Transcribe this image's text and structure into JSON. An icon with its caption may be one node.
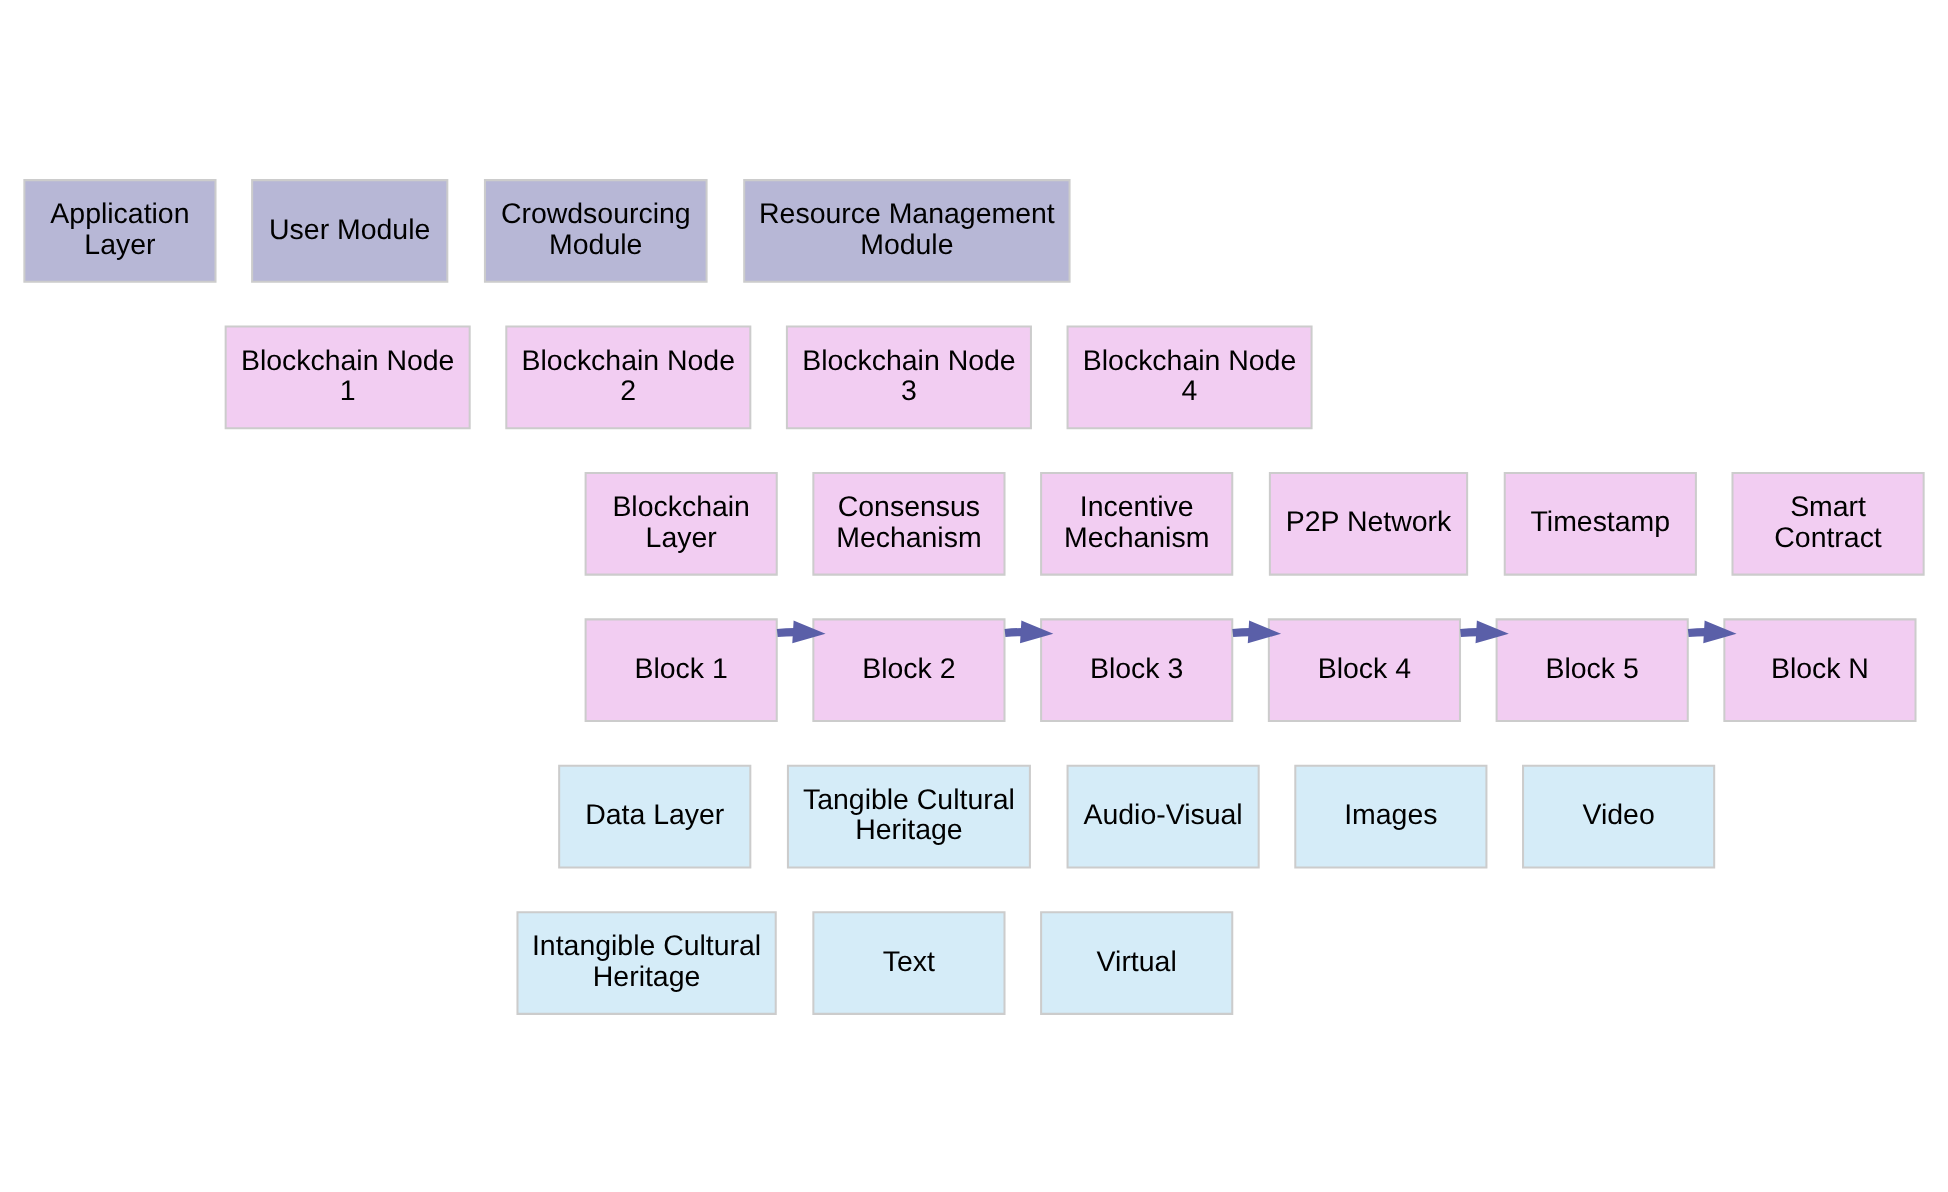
{
  "diagram": {
    "nodes": [
      {
        "text": [
          "Application Layer"
        ]
      },
      {
        "text": [
          "User Module"
        ]
      },
      {
        "text": [
          "Crowdsourcing Module"
        ]
      },
      {
        "text": [
          "Resource Management Module"
        ]
      },
      {
        "text": [
          "Blockchain Layer"
        ]
      },
      {
        "text": [
          "Blockchain Node 1"
        ]
      },
      {
        "text": [
          "Blockchain Node 2"
        ]
      },
      {
        "text": [
          "Blockchain Node 3"
        ]
      },
      {
        "text": [
          "Blockchain Node 4"
        ]
      },
      {
        "text": [
          "Consensus Mechanism"
        ]
      },
      {
        "text": [
          "Incentive Mechanism"
        ]
      },
      {
        "text": [
          "P2P Network"
        ]
      },
      {
        "text": [
          "Timestamp"
        ]
      },
      {
        "text": [
          "Smart Contract"
        ]
      },
      {
        "text": [
          "Block 1"
        ]
      },
      {
        "text": [
          "Block 2"
        ]
      },
      {
        "text": [
          "Block 3"
        ]
      },
      {
        "text": [
          "Block 4"
        ]
      },
      {
        "text": [
          "Block 5"
        ]
      },
      {
        "text": [
          "Block N"
        ]
      },
      {
        "text": [
          "Data Layer"
        ]
      },
      {
        "text": [
          "Tangible Cultural Heritage"
        ]
      },
      {
        "text": [
          "Audio-Visual"
        ]
      },
      {
        "text": [
          "Images"
        ]
      },
      {
        "text": [
          "Video"
        ]
      },
      {
        "text": [
          "Intangible Cultural Heritage"
        ]
      },
      {
        "text": [
          "Text"
        ]
      },
      {
        "text": [
          "Virtual"
        ]
      }
    ],
    "edges": [
      {
        "from": 14,
        "to": 15,
        "arrow": "to"
      },
      {
        "from": 15,
        "to": 16,
        "arrow": "to"
      },
      {
        "from": 16,
        "to": 17,
        "arrow": "to"
      },
      {
        "from": 17,
        "to": 18,
        "arrow": "to"
      },
      {
        "from": 18,
        "to": 19,
        "arrow": "to"
      }
    ]
  }
}
